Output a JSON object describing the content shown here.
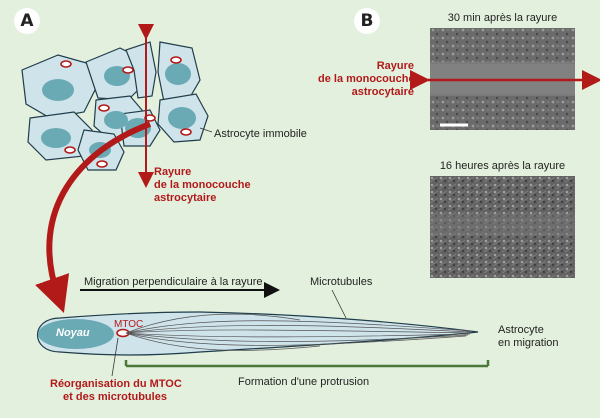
{
  "panels": {
    "a_label": "A",
    "b_label": "B"
  },
  "panel_a": {
    "scratch_label": [
      "Rayure",
      "de la monocouche",
      "astrocytaire"
    ],
    "immobile_label": "Astrocyte immobile",
    "migration_direction_label": "Migration perpendiculaire à la rayure",
    "microtubules_label": "Microtubules",
    "nucleus_label": "Noyau",
    "mtoc_label": "MTOC",
    "migrating_label": [
      "Astrocyte",
      "en migration"
    ],
    "reorganisation_label": [
      "Réorganisation du MTOC",
      "et des microtubules"
    ],
    "protrusion_label": "Formation d'une protrusion"
  },
  "panel_b": {
    "top_title": "30 min après la rayure",
    "bottom_title": "16 heures après la rayure",
    "scratch_label": [
      "Rayure",
      "de la monocouche",
      "astrocytaire"
    ]
  },
  "colors": {
    "background": "#e4f0de",
    "accent_red": "#b21a1a",
    "cell_fill": "#cfe3ea",
    "nucleus": "#6aaab5",
    "protrusion_bar": "#4a7a3a"
  }
}
